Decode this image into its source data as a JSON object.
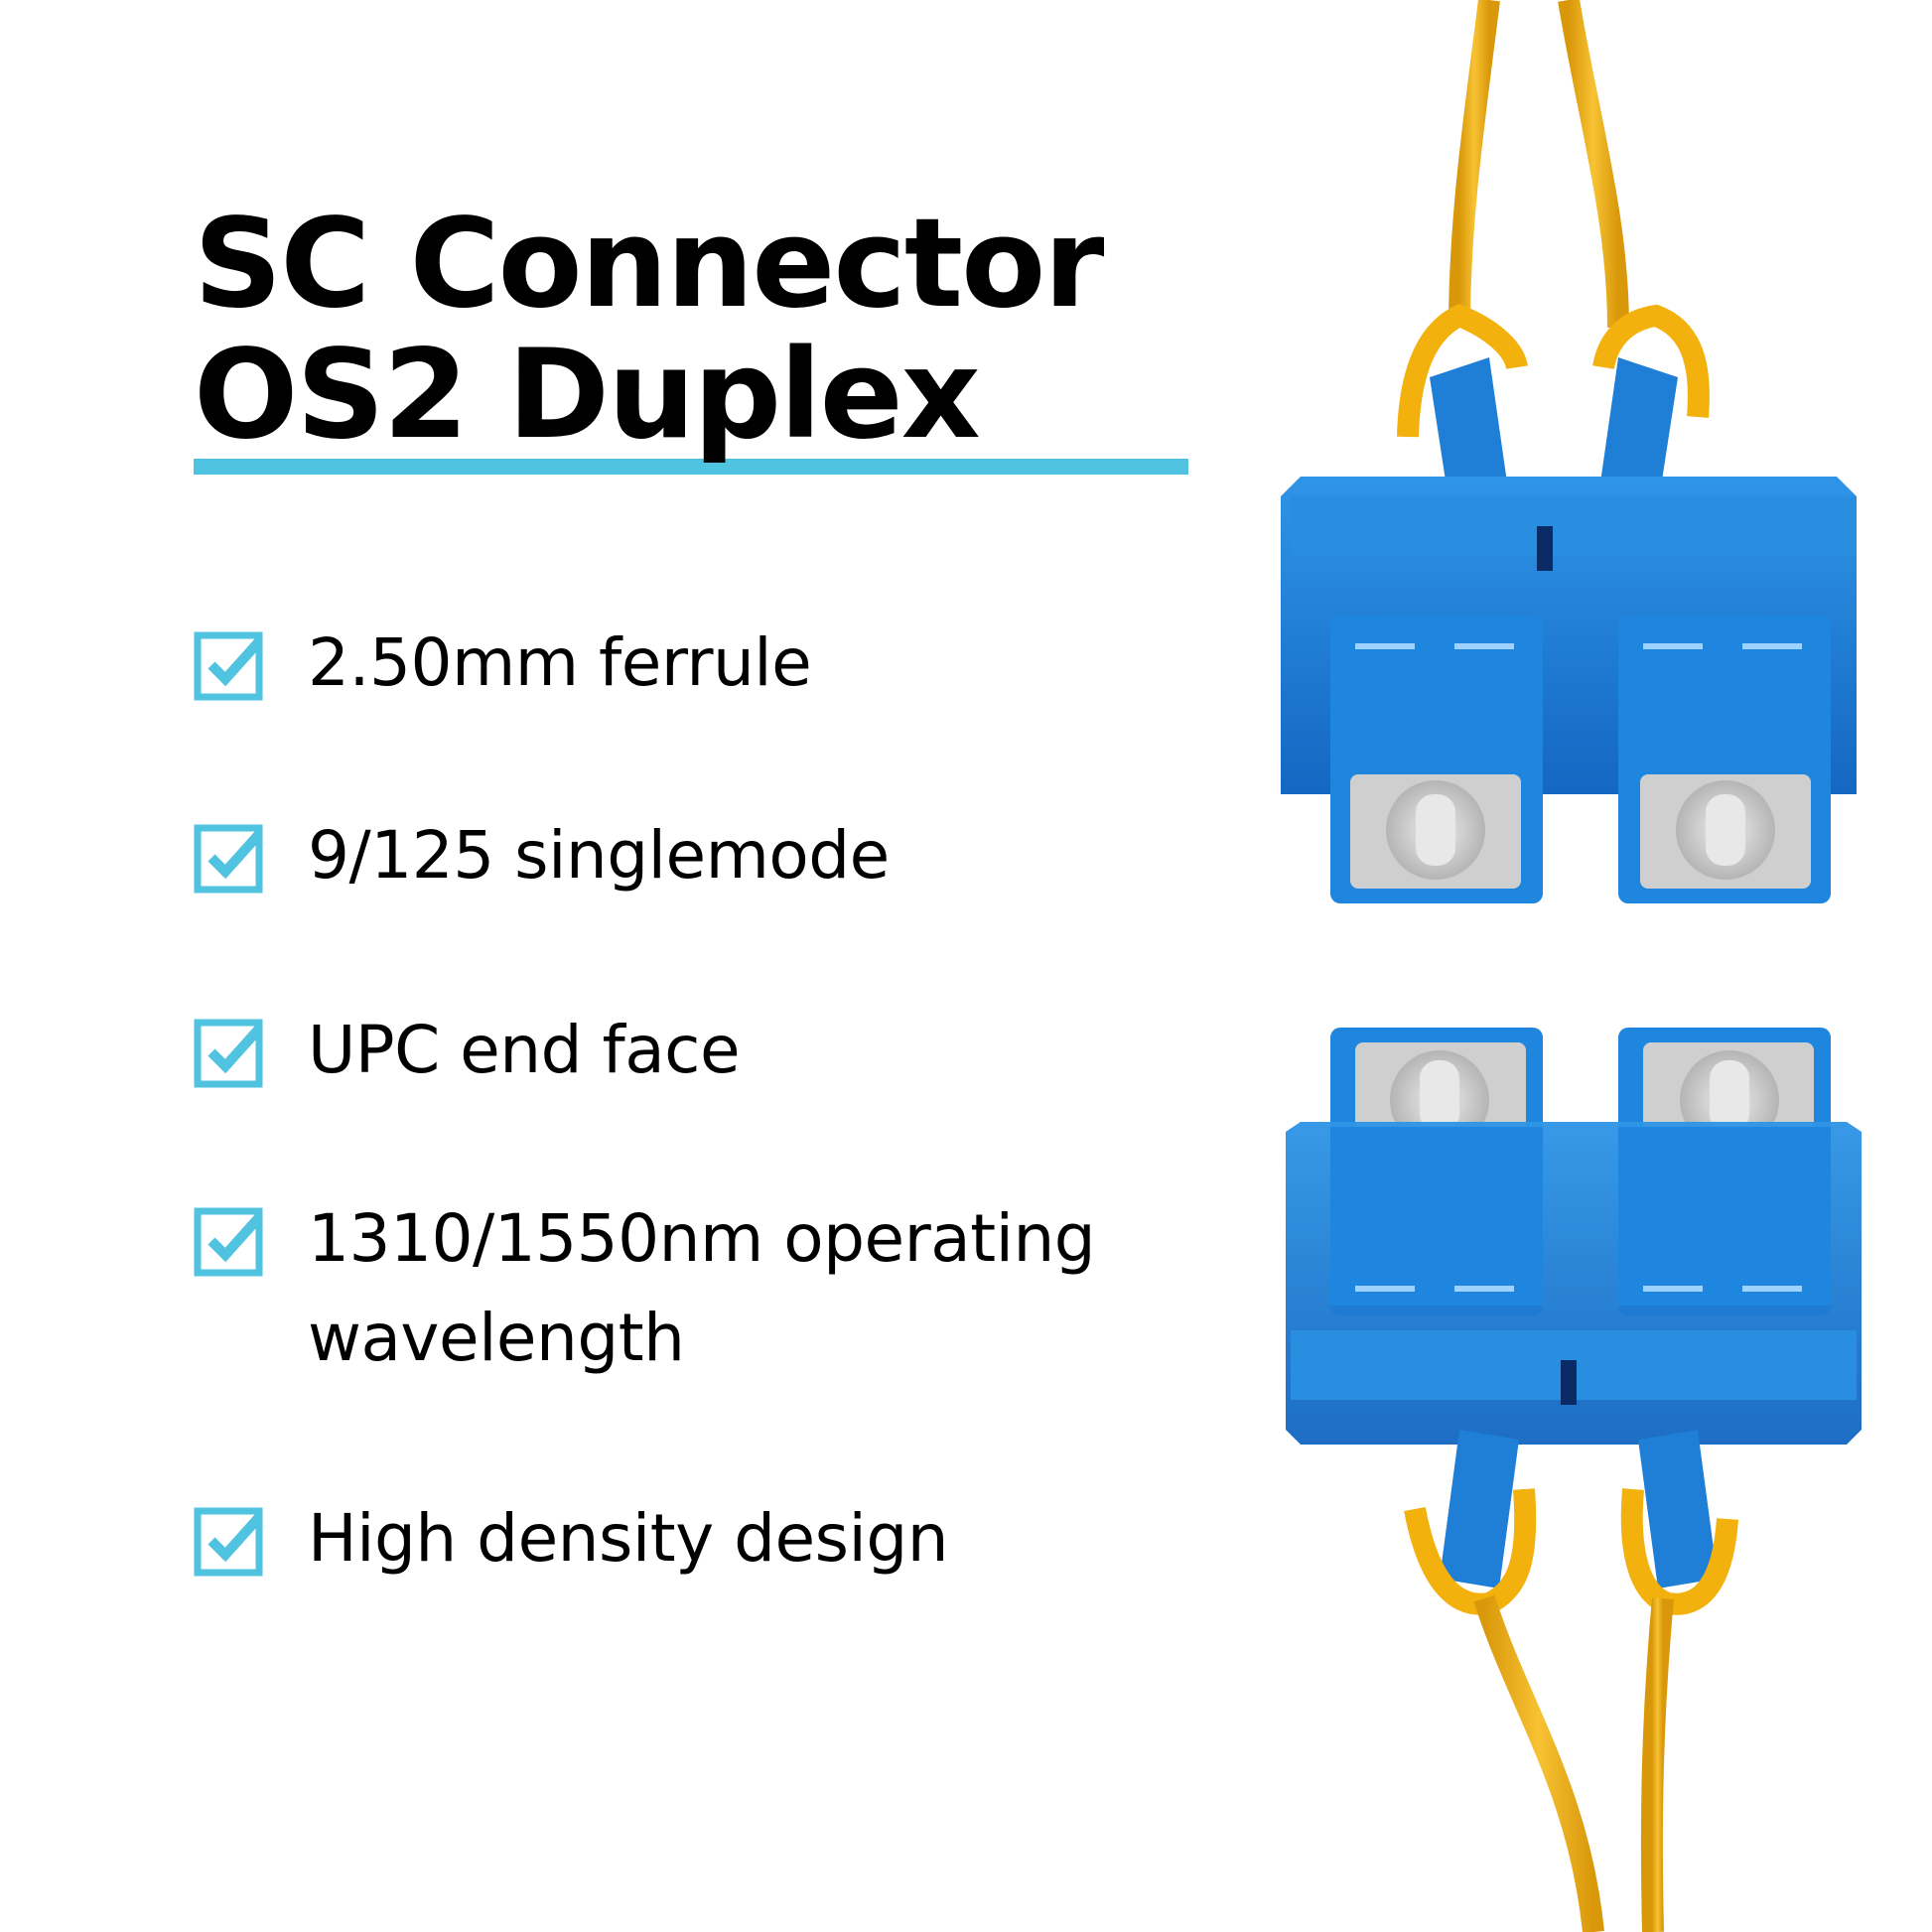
{
  "title": {
    "line1": "SC Connector",
    "line2": "OS2 Duplex"
  },
  "features": [
    {
      "text": "2.50mm ferrule"
    },
    {
      "text": "9/125 singlemode"
    },
    {
      "text": "UPC end face"
    },
    {
      "text": "1310/1550nm operating",
      "text2": "wavelength"
    },
    {
      "text": "High density design"
    }
  ],
  "colors": {
    "accent": "#4fc3df",
    "connector_blue": "#1f7fd6",
    "cable_yellow": "#f2b10c",
    "ferrule_grey": "#d9d9d9"
  },
  "icons": {
    "feature_icon": "checkbox-checked-icon"
  },
  "image": {
    "description_label": "Duplex SC connector pair"
  }
}
